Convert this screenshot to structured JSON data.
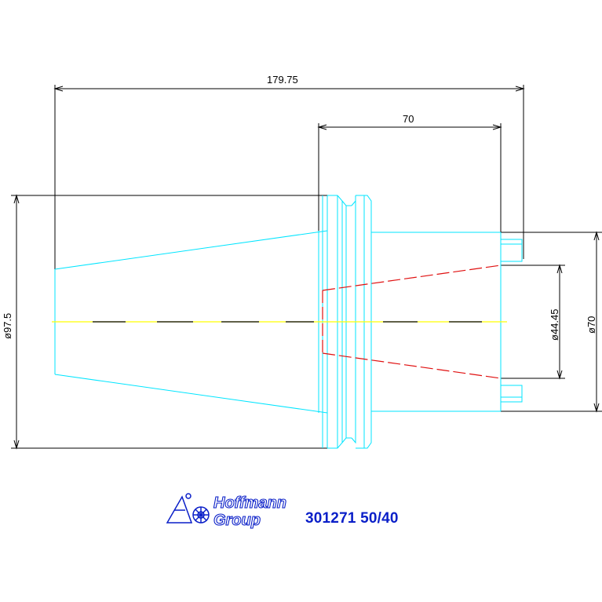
{
  "dimensions": {
    "overall_length": "179.75",
    "shank_length": "70",
    "flange_diameter": "ø97.5",
    "bore_diameter": "ø44.45",
    "shank_diameter": "ø70"
  },
  "logo": {
    "line1": "Hoffmann",
    "line2": "Group"
  },
  "part_number": "301271 50/40",
  "colors": {
    "outline": "#00e5ff",
    "hidden": "#e01010",
    "centerline": "#ffff00",
    "dimension": "#000000",
    "brand": "#0a1fc8"
  }
}
